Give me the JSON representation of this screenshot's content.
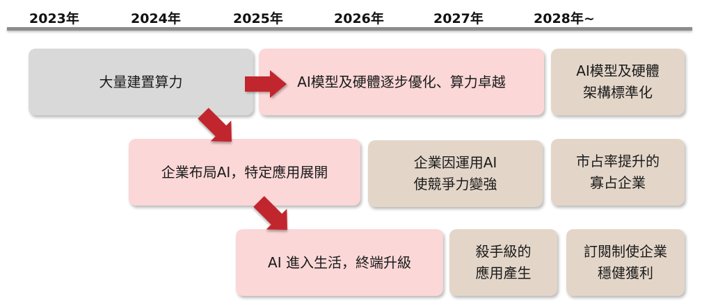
{
  "timeline": {
    "years": [
      "2023年",
      "2024年",
      "2025年",
      "2026年",
      "2027年",
      "2028年~"
    ]
  },
  "boxes": {
    "build_compute": {
      "lines": [
        "大量建置算力"
      ]
    },
    "ai_model_optimize": {
      "lines": [
        "AI模型及硬體逐步優化、算力卓越"
      ]
    },
    "ai_model_standardize": {
      "lines": [
        "AI模型及硬體",
        "架構標準化"
      ]
    },
    "enterprise_ai": {
      "lines": [
        "企業布局AI，特定應用展開"
      ]
    },
    "enterprise_competitiveness": {
      "lines": [
        "企業因運用AI",
        "使競爭力變強"
      ]
    },
    "oligopoly": {
      "lines": [
        "市占率提升的",
        "寡占企業"
      ]
    },
    "ai_life": {
      "lines": [
        "AI 進入生活，終端升級"
      ]
    },
    "killer_app": {
      "lines": [
        "殺手級的",
        "應用產生"
      ]
    },
    "subscription": {
      "lines": [
        "訂閱制使企業",
        "穩健獲利"
      ]
    }
  },
  "colors": {
    "gray_box": "#d9d9d9",
    "pink_box": "#fbd7d7",
    "tan_box": "#e3d6c9",
    "arrow": "#c1272d",
    "axis": "#8c8c8c"
  }
}
